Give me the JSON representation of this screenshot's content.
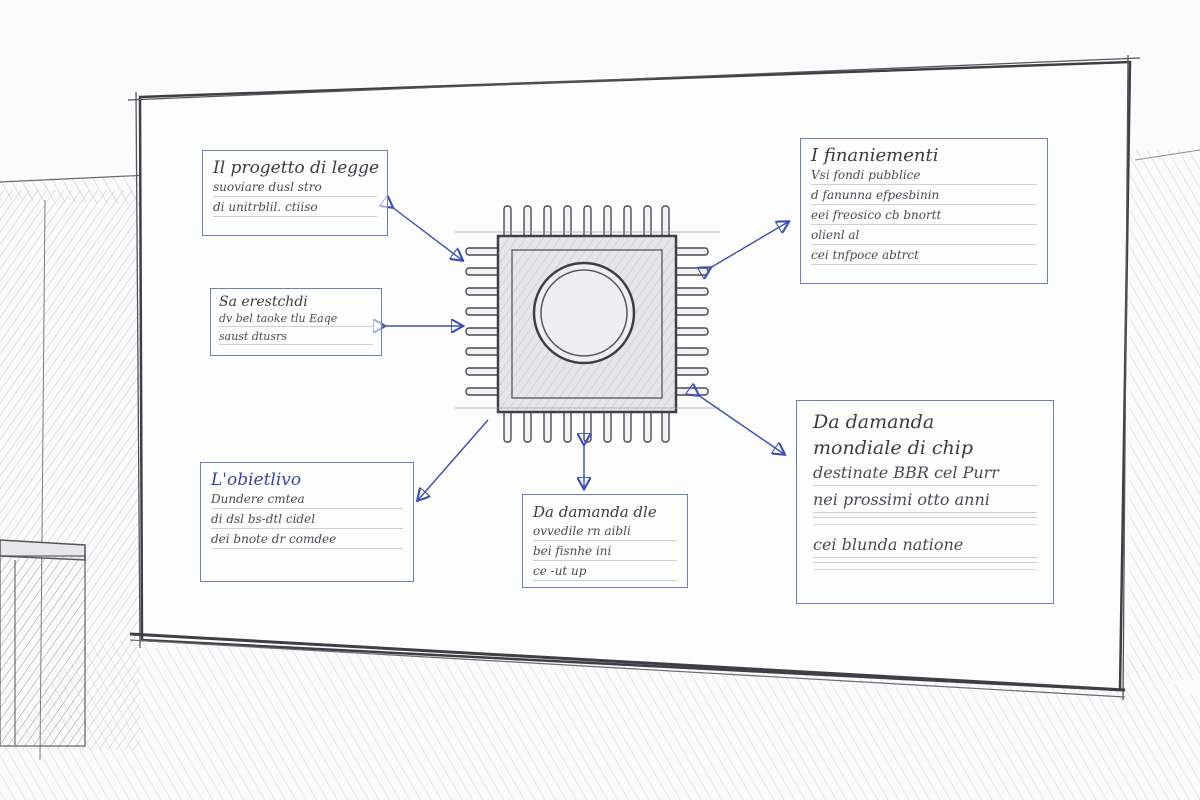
{
  "colors": {
    "pencil": "#4a4a52",
    "ink_blue": "#3a4fb0",
    "note_border": "#6f7fc4",
    "paper": "#fbfbfb"
  },
  "center_icon": "microchip-icon",
  "notes": {
    "legge": {
      "title": "Il progetto di legge",
      "lines": [
        "suoviare dusl stro",
        "di unitrblil. ctiiso"
      ]
    },
    "sa": {
      "title": "Sa erestchdi",
      "lines": [
        "dv bel taoke tlu Eaqe",
        "saust dtusrs"
      ]
    },
    "obiettivo": {
      "title": "L'obietlivo",
      "lines": [
        "Dundere cmtea",
        "di dsl bs-dtl cidel",
        "dei bnote dr comdee"
      ]
    },
    "domanda_ue": {
      "title": "Da damanda dle",
      "lines": [
        "ovvedile rn aibli",
        "bei fisnhe ini",
        "ce -ut up"
      ]
    },
    "finanziamenti": {
      "title": "I finaniementi",
      "lines": [
        "Vsi fondi pubblice",
        "d fanunna efpesbinin",
        "eei freosico cb bnortt",
        "olienl al",
        "cei tnfpoce abtrct"
      ]
    },
    "mondiale": {
      "title": "Da damanda mondiale di chip",
      "lines": [
        "destinate BBR cel Purr",
        "nei prossimi otto anni",
        "cei blunda natione"
      ]
    }
  }
}
